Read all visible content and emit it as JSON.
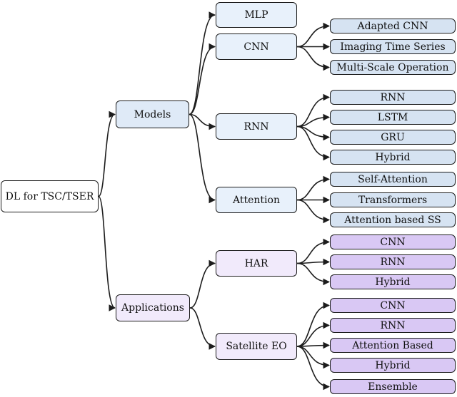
{
  "diagram": {
    "root": "DL for TSC/TSER",
    "branches": {
      "models": "Models",
      "applications": "Applications"
    },
    "models": {
      "mlp": "MLP",
      "cnn": "CNN",
      "rnn": "RNN",
      "attention": "Attention"
    },
    "cnn_children": [
      "Adapted CNN",
      "Imaging Time Series",
      "Multi-Scale Operation"
    ],
    "rnn_children": [
      "RNN",
      "LSTM",
      "GRU",
      "Hybrid"
    ],
    "attention_children": [
      "Self-Attention",
      "Transformers",
      "Attention based SS"
    ],
    "applications": {
      "har": "HAR",
      "satellite": "Satellite EO"
    },
    "har_children": [
      "CNN",
      "RNN",
      "Hybrid"
    ],
    "satellite_children": [
      "CNN",
      "RNN",
      "Attention Based",
      "Hybrid",
      "Ensemble"
    ],
    "colors": {
      "model_fill": "#dfeaf7",
      "model_leaf_fill": "#d6e3f2",
      "application_fill": "#f1eafb",
      "application_leaf_fill": "#d9c8f4",
      "line": "#1c1c1c"
    }
  }
}
